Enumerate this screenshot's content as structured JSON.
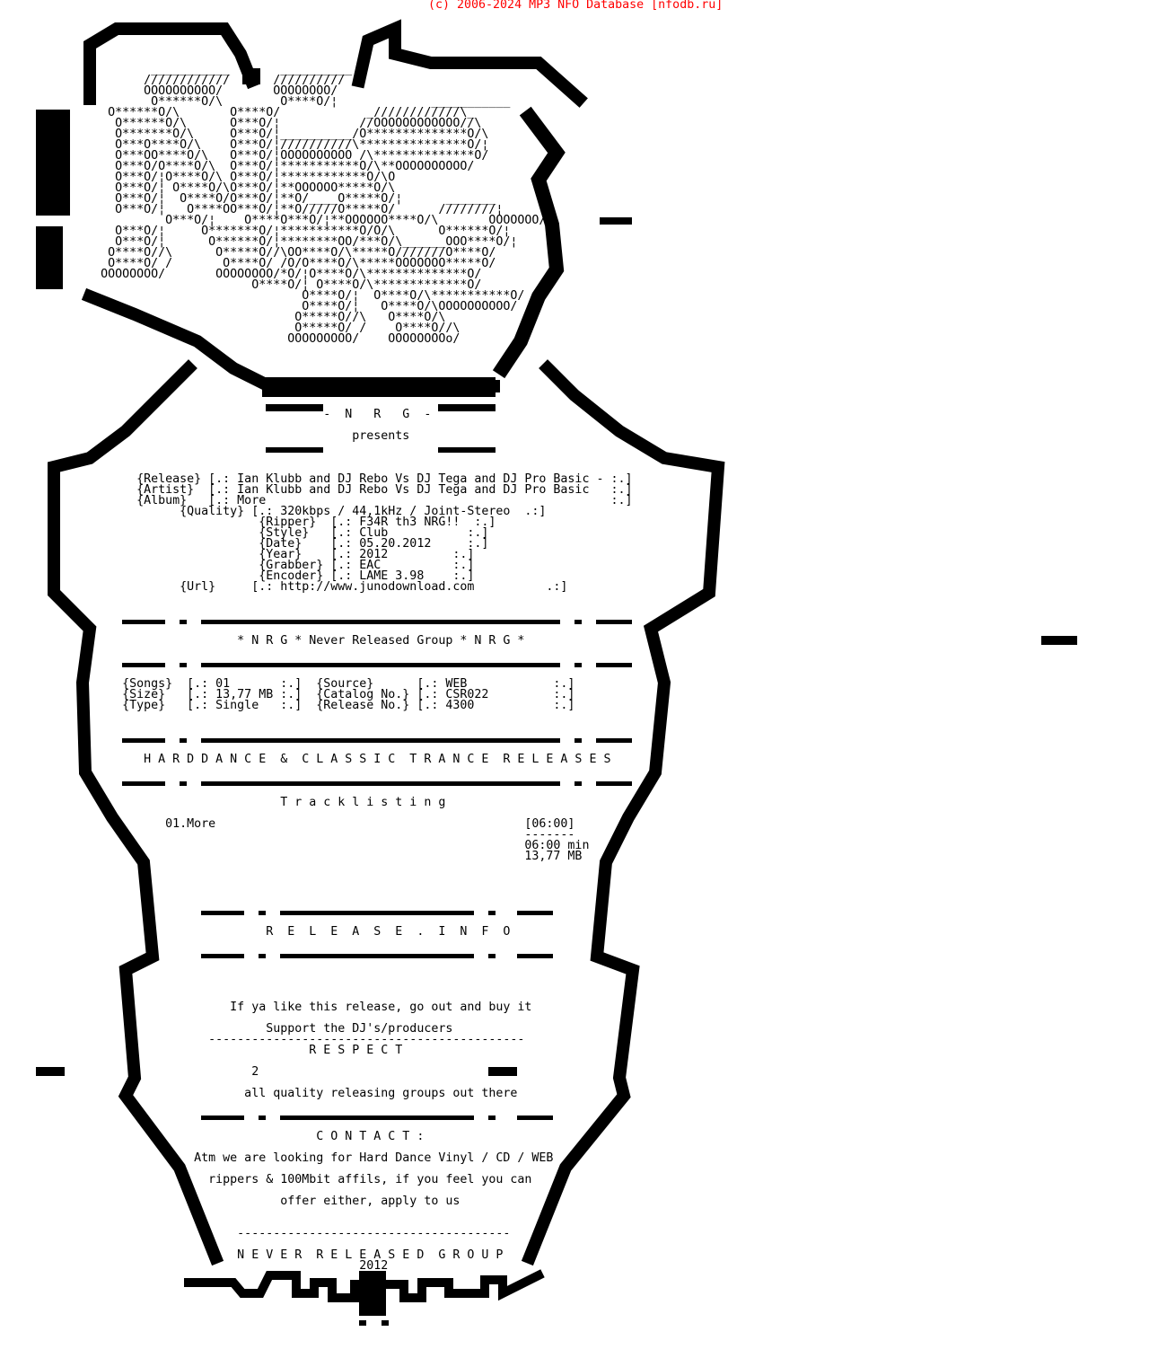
{
  "header": {
    "text": "(c) 2006-2024 MP3 NFO Database [nfodb.ru]",
    "color": "#ff0000"
  },
  "colors": {
    "ink": "#000000",
    "background": "#ffffff"
  },
  "nfo": {
    "lines": [
      "",
      "",
      "",
      "",
      "",
      "",
      "                     ___________       __________",
      "                    ////////////      //////////",
      "                    OOOOOOOOOO/       OOOOOOOO/",
      "                     O******O/\\        O****O/¦             ___________",
      "               O******O/\\       O****O/            _////////////\\_",
      "                O******O/\\      O***O/¦           //OOOOOOOOOOOO//\\",
      "                O*******O/\\     O***O/¦__________/O**************O/\\",
      "                O***O****O/\\    O***O/¦//////////\\***************O/¦",
      "                O***OO****O/\\   O***O/¦OOOOOOOOOO /\\**************O/",
      "                O***O/O****O/\\  O***O/¦***********O/\\**OOOOOOOOOO/",
      "                O***O/¦O****O/\\ O***O/¦************O/\\O",
      "                O***O/¦ O****O/\\O***O/¦**OOOOOO*****O/\\",
      "                O***O/¦  O****O/O***O/¦**O/____O*****O/¦      _______",
      "                O***O/¦   O****OO***O/¦**O/////O*****O/      ////////¦",
      "                       O***O/¦    O****O***O/¦**OOOOOO****O/\\       OOOOOOO/¦",
      "                O***O/¦     O*******O/¦***********O/O/\\      O******O/¦",
      "                O***O/¦      O******O/¦********OO/***O/\\______OOO****O/¦",
      "               O****O//\\      O*****O//\\OO****O/\\*****O///////O****O/",
      "               O****O/ /       O****O/ /O/O****O/\\*****OOOOOOO*****O/",
      "              OOOOOOOO/       OOOOOOOO/*O/¦O****O/\\**************O/",
      "                                   O****O/¦ O****O/\\*************O/",
      "                                          O****O/¦  O****O/\\***********O/",
      "                                          O****O/¦   O****O/\\OOOOOOOOOO/",
      "                                         O*****O//\\   O****O/\\",
      "                                         O*****O/ /    O****O//\\",
      "                                        OOOOOOOOO/    OOOOOOOOo/",
      "",
      "",
      "",
      "",
      "",
      "",
      "                                             -  N   R   G  -",
      "",
      "                                                 presents",
      "",
      "",
      "",
      "                   {Release} [.: Ian Klubb and DJ Rebo Vs DJ Tega and DJ Pro Basic - :.]",
      "                   {Artist}  [.: Ian Klubb and DJ Rebo Vs DJ Tega and DJ Pro Basic   :.]",
      "                   {Album}   [.: More                                                :.]",
      "                         {Quality} [.: 320kbps / 44,1kHz / Joint-Stereo  .:]",
      "                                    {Ripper}  [.: F34R th3 NRG!!  :.]",
      "                                    {Style}   [.: Club           :.]",
      "                                    {Date}    [.: 05.20.2012     :.]",
      "                                    {Year}    [.: 2012         :.]",
      "                                    {Grabber} [.: EAC          :.]",
      "                                    {Encoder} [.: LAME 3.98    :.]",
      "                         {Url}     [.: http://www.junodownload.com          .:]",
      "",
      "",
      "",
      "",
      "                                 * N R G * Never Released Group * N R G *",
      "",
      "",
      "",
      "                 {Songs}  [.: 01       :.]  {Source}      [.: WEB            :.]",
      "                 {Size}   [.: 13,77 MB :.]  {Catalog No.} [.: CSR022         :.]",
      "                 {Type}   [.: Single   :.]  {Release No.} [.: 4300           :.]",
      "",
      "",
      "",
      "",
      "                    H A R D D A N C E  &  C L A S S I C  T R A N C E  R E L E A S E S",
      "",
      "",
      "",
      "                                       T r a c k l i s t i n g",
      "",
      "                       01.More                                           [06:00]",
      "                                                                         -------",
      "                                                                         06:00 min",
      "                                                                         13,77 MB",
      "",
      "",
      "",
      "",
      "",
      "",
      "                                     R  E  L  E  A  S  E  .  I  N  F  O",
      "",
      "",
      "",
      "",
      "",
      "",
      "                                If ya like this release, go out and buy it",
      "",
      "                                     Support the DJ's/producers",
      "                             --------------------------------------------",
      "                                           R E S P E C T",
      "",
      "                                   2",
      "",
      "                                  all quality releasing groups out there",
      "",
      "",
      "",
      "                                            C O N T A C T :",
      "",
      "                           Atm we are looking for Hard Dance Vinyl / CD / WEB",
      "",
      "                             rippers & 100Mbit affils, if you feel you can",
      "",
      "                                       offer either, apply to us",
      "",
      "",
      "                                 --------------------------------------",
      "",
      "                                 N E V E R  R E L E A S E D  G R O U P",
      "                                                  2012"
    ]
  }
}
